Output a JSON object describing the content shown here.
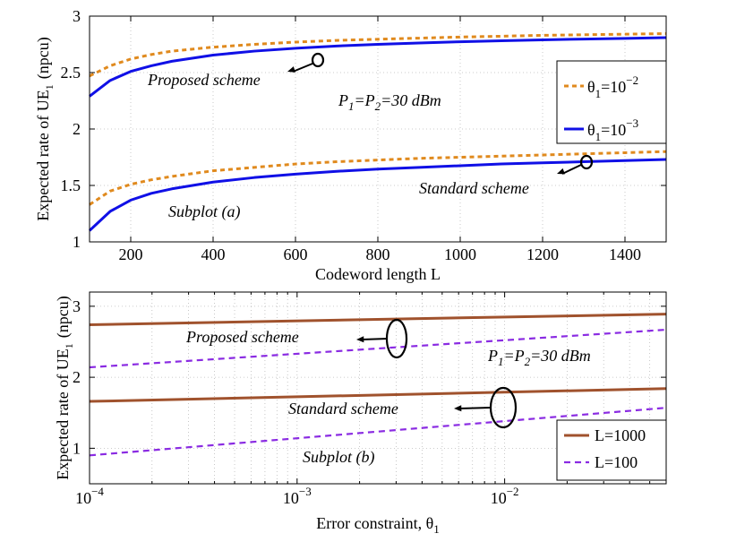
{
  "chart_data": [
    {
      "type": "line",
      "xlabel": "Codeword length L",
      "ylabel": "Expected rate of UE",
      "ylabel_sub": "1",
      "ylabel_unit": "(npcu)",
      "xlim": [
        100,
        1500
      ],
      "ylim": [
        1,
        3
      ],
      "xticks": [
        200,
        400,
        600,
        800,
        1000,
        1200,
        1400
      ],
      "yticks": [
        1,
        1.5,
        2,
        2.5,
        3
      ],
      "ytick_labels": [
        "1",
        "1.5",
        "2",
        "2.5",
        "3"
      ],
      "grid": true,
      "legend_position": "right",
      "legend": [
        {
          "symbol": "θ",
          "sub": "1",
          "eq": "=10",
          "exp": "−2",
          "style": "dotted",
          "color": "#E08A1E"
        },
        {
          "symbol": "θ",
          "sub": "1",
          "eq": "=10",
          "exp": "−3",
          "style": "solid",
          "color": "#1010E6"
        }
      ],
      "x": [
        100,
        150,
        200,
        250,
        300,
        400,
        500,
        600,
        700,
        800,
        900,
        1000,
        1100,
        1200,
        1300,
        1400,
        1500
      ],
      "series": [
        {
          "group": "proposed",
          "legend_index": 0,
          "style": "dotted",
          "color": "#E08A1E",
          "values": [
            2.47,
            2.56,
            2.62,
            2.66,
            2.69,
            2.725,
            2.75,
            2.77,
            2.785,
            2.795,
            2.805,
            2.815,
            2.822,
            2.83,
            2.835,
            2.84,
            2.845
          ]
        },
        {
          "group": "proposed",
          "legend_index": 1,
          "style": "solid",
          "color": "#1010E6",
          "values": [
            2.29,
            2.43,
            2.51,
            2.56,
            2.6,
            2.655,
            2.69,
            2.715,
            2.735,
            2.75,
            2.762,
            2.773,
            2.782,
            2.79,
            2.797,
            2.803,
            2.81
          ]
        },
        {
          "group": "standard",
          "legend_index": 0,
          "style": "dotted",
          "color": "#E08A1E",
          "values": [
            1.33,
            1.45,
            1.51,
            1.55,
            1.58,
            1.63,
            1.66,
            1.69,
            1.71,
            1.725,
            1.74,
            1.75,
            1.76,
            1.77,
            1.78,
            1.79,
            1.8
          ]
        },
        {
          "group": "standard",
          "legend_index": 1,
          "style": "solid",
          "color": "#1010E6",
          "values": [
            1.1,
            1.27,
            1.37,
            1.43,
            1.47,
            1.53,
            1.57,
            1.6,
            1.625,
            1.645,
            1.66,
            1.675,
            1.69,
            1.7,
            1.71,
            1.72,
            1.73
          ]
        }
      ],
      "annotations": {
        "proposed": "Proposed scheme",
        "standard": "Standard scheme",
        "power": {
          "p": "P",
          "sub1": "1",
          "mid": "=P",
          "sub2": "2",
          "rest": "=30 dBm"
        },
        "subplot": "Subplot (a)"
      }
    },
    {
      "type": "line",
      "xscale": "log",
      "xlabel": "Error constraint, θ",
      "xlabel_sub": "1",
      "ylabel": "Expected rate of UE",
      "ylabel_sub": "1",
      "ylabel_unit": "(npcu)",
      "xlim": [
        0.0001,
        0.06
      ],
      "ylim": [
        0.5,
        3.2
      ],
      "xticks": [
        {
          "value": 0.0001,
          "base": "10",
          "exp": "−4"
        },
        {
          "value": 0.001,
          "base": "10",
          "exp": "−3"
        },
        {
          "value": 0.01,
          "base": "10",
          "exp": "−2"
        }
      ],
      "yticks": [
        1,
        2,
        3
      ],
      "ytick_labels": [
        "1",
        "2",
        "3"
      ],
      "grid": true,
      "legend_position": "bottom-right",
      "legend": [
        {
          "label": "L=1000",
          "style": "solid",
          "color": "#A0522D"
        },
        {
          "label": "L=100",
          "style": "dashed",
          "color": "#8A2BE2"
        }
      ],
      "x": [
        0.0001,
        0.06
      ],
      "series": [
        {
          "group": "proposed",
          "legend_index": 0,
          "style": "solid",
          "color": "#A0522D",
          "values": [
            2.74,
            2.89
          ]
        },
        {
          "group": "proposed",
          "legend_index": 1,
          "style": "dashed",
          "color": "#8A2BE2",
          "values": [
            2.14,
            2.67
          ]
        },
        {
          "group": "standard",
          "legend_index": 0,
          "style": "solid",
          "color": "#A0522D",
          "values": [
            1.66,
            1.84
          ]
        },
        {
          "group": "standard",
          "legend_index": 1,
          "style": "dashed",
          "color": "#8A2BE2",
          "values": [
            0.9,
            1.57
          ]
        }
      ],
      "annotations": {
        "proposed": "Proposed scheme",
        "standard": "Standard scheme",
        "power": {
          "p": "P",
          "sub1": "1",
          "mid": "=P",
          "sub2": "2",
          "rest": "=30 dBm"
        },
        "subplot": "Subplot (b)"
      }
    }
  ]
}
